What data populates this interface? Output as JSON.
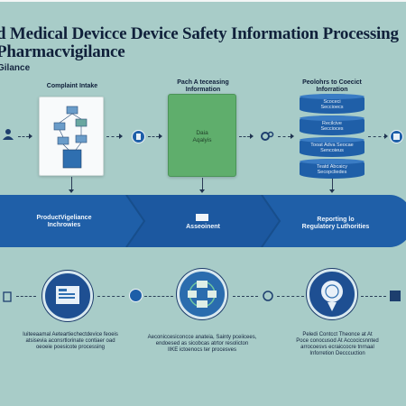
{
  "header": {
    "title_line1": "d Medical Devicce Device Safety Information Processing",
    "title_line2": "Pharmacvigilance",
    "subtitle": "Gilance"
  },
  "columns": {
    "intake_label": "Complaint Intake",
    "analysis_label_l1": "Pach A teceasing",
    "analysis_label_l2": "Information",
    "report_label_l1": "Peolohrs to Coecict",
    "report_label_l2": "Inforration"
  },
  "analysis_card": {
    "line1": "Daia",
    "line2": "Aqalyis"
  },
  "database": {
    "segments": [
      {
        "l1": "Scoceci",
        "l2": "Seccioecs"
      },
      {
        "l1": "Recilcive",
        "l2": "Seccioces"
      },
      {
        "l1": "Tooat Adva Seocae",
        "l2": "Sencoieus"
      },
      {
        "l1": "Teatd Abcaicy",
        "l2": "Secopcliedes"
      }
    ]
  },
  "band": {
    "left_l1": "ProductVigeliance",
    "left_l2": "Inchrowies",
    "center": "Asseoinent",
    "right_l1": "Reporting lo",
    "right_l2": "Regulatory Luthorities"
  },
  "bottom": {
    "left_lines": [
      "Iuiteeaamal Aeteartiechectdevice feoeis",
      "atsisevia aconsrtlorinate contiaer oad",
      "oeoeie poesicote processing"
    ],
    "center_lines": [
      "Aeconiccesiconcce anateia, Sainty pceiicees,",
      "endoesed as sicobcas atrtor resolicton",
      "IIKE ictoenocs ter procesves"
    ],
    "right_lines": [
      "Peledi Contcct Theonce at At",
      "Poce conocusod At Accocicsnnted",
      "arrocoesvs ecraiccocre tnrnaal",
      "Inforretion Decccuction"
    ]
  },
  "colors": {
    "background": "#a8ccc8",
    "band": "#1f5fa8",
    "band_dark": "#174e8c",
    "analysis_green": "#5fae6c",
    "icon_blue": "#1d5ea8"
  }
}
